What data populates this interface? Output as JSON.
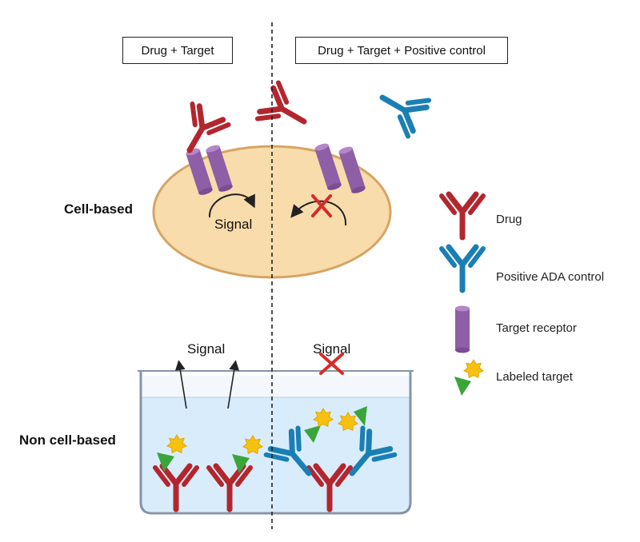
{
  "headers": {
    "left": "Drug + Target",
    "right": "Drug + Target + Positive control"
  },
  "rows": {
    "cell_based": "Cell-based",
    "non_cell_based": "Non cell-based"
  },
  "signals": {
    "cell": "Signal",
    "well_left": "Signal",
    "well_right": "Signal"
  },
  "legend": {
    "drug": "Drug",
    "positive": "Positive ADA control",
    "receptor": "Target receptor",
    "labeled": "Labeled target"
  },
  "colors": {
    "drug": "#b3262e",
    "positive": "#1a7fb5",
    "receptor": "#8e5ea6",
    "cell_fill": "#f8dcab",
    "cell_stroke": "#d7a464",
    "liquid": "#d9ecfb",
    "star": "#f6c20f",
    "triangle": "#3aa53a",
    "cross": "#d62b2b"
  }
}
